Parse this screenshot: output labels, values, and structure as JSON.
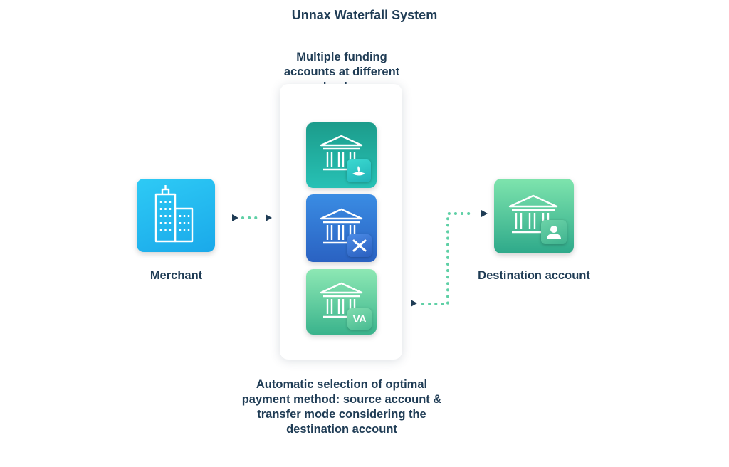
{
  "title": "Unnax Waterfall System",
  "funding_label": "Multiple funding accounts at different banks.",
  "merchant_label": "Merchant",
  "destination_label": "Destination account",
  "auto_selection_label": "Automatic selection of optimal payment method: source account & transfer mode considering the destination account",
  "banks": [
    {
      "name": "santander-bank",
      "badge_icon": "santander-flame-icon"
    },
    {
      "name": "caixabank",
      "badge_icon": "caixabank-star-icon"
    },
    {
      "name": "va-bank",
      "badge_text": "VA"
    }
  ],
  "colors": {
    "text": "#1f3c55",
    "merchant_tile": "#1fb6ee",
    "bank1_tile": "#22b1a2",
    "bank2_tile": "#3178d4",
    "bank3_tile": "#5cca9c",
    "destination_tile": "#4cc49a",
    "connector": "#5fd0a6",
    "arrow": "#1f3c55"
  }
}
